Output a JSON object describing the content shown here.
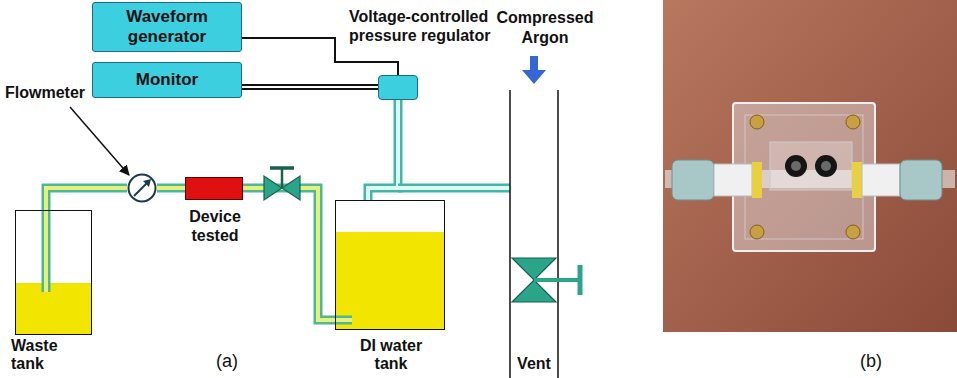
{
  "diagram": {
    "nodes": [
      {
        "text": [
          "Waveform generator"
        ]
      },
      {
        "text": [
          "Voltage-controlled pressure regulator"
        ]
      },
      {
        "text": [
          "Monitor"
        ]
      },
      {
        "text": [
          "Flowmeter"
        ]
      },
      {
        "text": [
          "Device tested"
        ]
      },
      {
        "text": [
          "Waste tank"
        ]
      },
      {
        "text": [
          "DI water tank"
        ]
      }
    ],
    "edges": [
      {
        "from": 0,
        "to": 1,
        "arrow": "none"
      },
      {
        "from": 2,
        "to": 1,
        "arrow": "none"
      },
      {
        "from": 1,
        "to": 6,
        "arrow": "none"
      },
      {
        "from": 6,
        "to": 4,
        "arrow": "none"
      },
      {
        "from": 4,
        "to": 3,
        "arrow": "none"
      },
      {
        "from": 3,
        "to": 5,
        "arrow": "none"
      }
    ],
    "labels": [
      "Compressed Argon",
      "Vent",
      "(a)",
      "(b)"
    ]
  }
}
